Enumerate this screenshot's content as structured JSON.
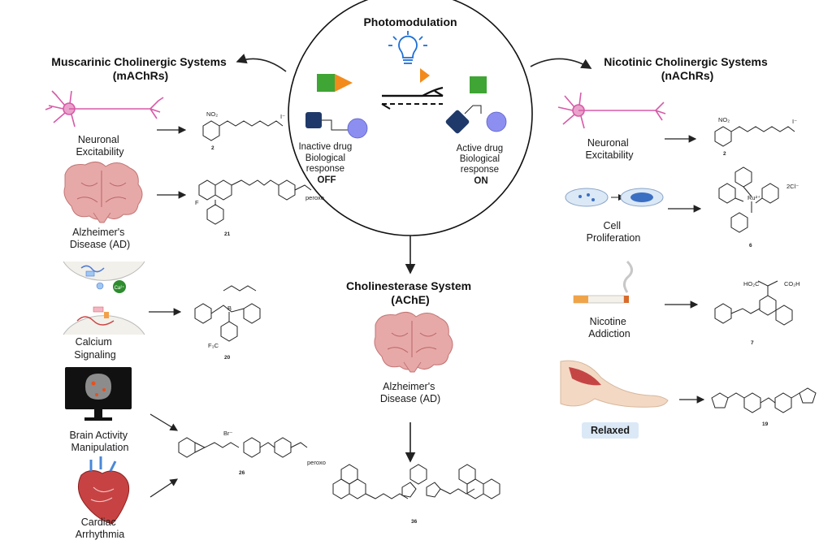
{
  "center": {
    "title": "Photomodulation",
    "inactive": [
      "Inactive drug",
      "Biological",
      "response",
      "OFF"
    ],
    "active": [
      "Active drug",
      "Biological",
      "response",
      "ON"
    ]
  },
  "muscarinic": {
    "title_line1": "Muscarinic Cholinergic Systems",
    "title_line2": "(mAChRs)",
    "items": [
      {
        "label": [
          "Neuronal",
          "Excitability"
        ],
        "compound": "2"
      },
      {
        "label": [
          "Alzheimer's",
          "Disease (AD)"
        ],
        "compound": "21"
      },
      {
        "label": [
          "Calcium",
          "Signaling"
        ],
        "compound": "20"
      },
      {
        "label": [
          "Brain Activity",
          "Manipulation"
        ],
        "compound": "26"
      },
      {
        "label": [
          "Cardiac",
          "Arrhythmia"
        ],
        "compound": "26"
      }
    ]
  },
  "nicotinic": {
    "title_line1": "Nicotinic Cholinergic Systems",
    "title_line2": "(nAChRs)",
    "items": [
      {
        "label": [
          "Neuronal",
          "Excitability"
        ],
        "compound": "2"
      },
      {
        "label": [
          "Cell",
          "Proliferation"
        ],
        "compound": "6"
      },
      {
        "label": [
          "Nicotine",
          "Addiction"
        ],
        "compound": "7"
      },
      {
        "label": [
          "Relaxed"
        ],
        "compound": "19"
      }
    ]
  },
  "cholinesterase": {
    "title_line1": "Cholinesterase System",
    "title_line2": "(AChE)",
    "label": [
      "Alzheimer's",
      "Disease (AD)"
    ],
    "compound": "36"
  },
  "chem_text": {
    "no2": "NO₂",
    "iodide": "I⁻",
    "bromide": "Br⁻",
    "peroxo": "peroxo",
    "cf3": "F₃C",
    "fluoro": "F",
    "ru": "Ru²⁺",
    "two_cl": "2Cl⁻",
    "co2h": "CO₂H",
    "ho2c": "HO₂C",
    "ca": "Ca²⁺",
    "boron": "B"
  },
  "colors": {
    "green_square": "#3fa535",
    "orange_triangle": "#f28b1c",
    "navy_square": "#1f3a6a",
    "purple_circle": "#8c8ff0",
    "brain_pink": "#e7a9a8",
    "neuron_pink": "#d75aa8"
  }
}
